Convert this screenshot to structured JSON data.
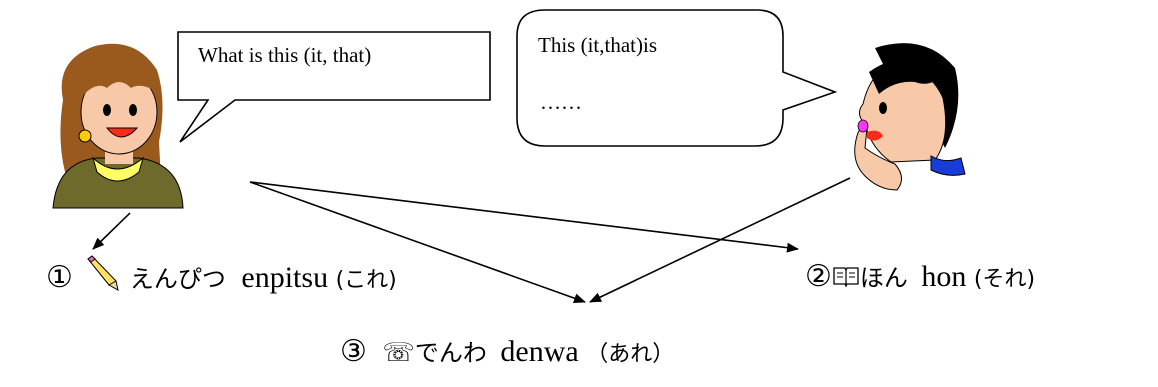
{
  "bubbles": {
    "left": {
      "text": "What is this (it, that)"
    },
    "right": {
      "line1": "This (it,that)is",
      "line2": "……"
    }
  },
  "items": {
    "item1": {
      "num": "①",
      "kana": "えんぴつ",
      "romaji": "enpitsu",
      "paren": "(これ)",
      "icon": "pencil-icon"
    },
    "item2": {
      "num": "②",
      "kana": "ほん",
      "romaji": "hon",
      "paren": "(それ)",
      "icon": "book-icon"
    },
    "item3": {
      "num": "③",
      "kana": "でんわ",
      "romaji": "denwa",
      "paren": "（あれ）",
      "icon": "telephone-icon"
    }
  },
  "colors": {
    "skin": "#f7c9a8",
    "hair_left": "#9a5a1e",
    "hair_right": "#000000",
    "sweater": "#6e6a2c",
    "collar": "#ffff66",
    "lips": "#ff2a1a",
    "nail": "#ff33ff",
    "shirt_right": "#1a3cd6"
  }
}
